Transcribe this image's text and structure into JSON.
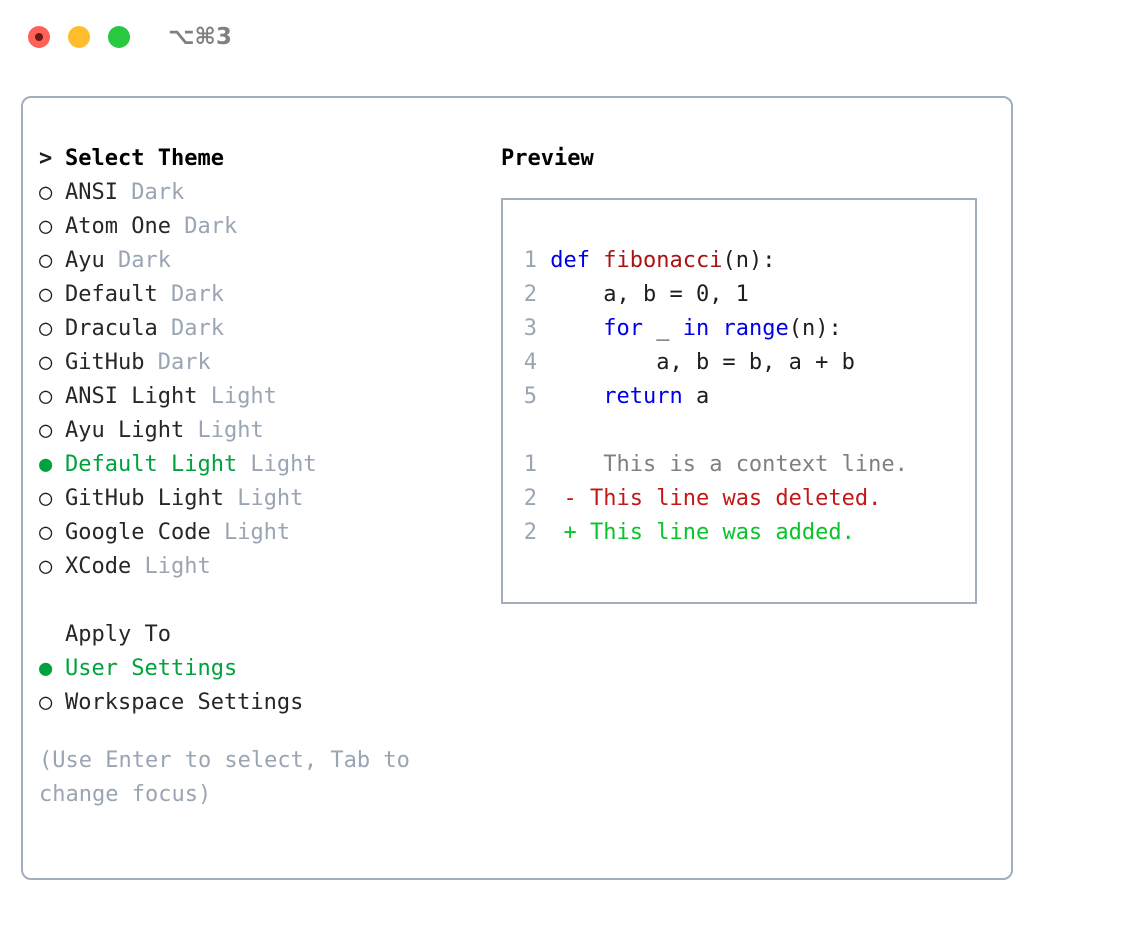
{
  "window": {
    "title": "⌥⌘3",
    "controls": [
      "close",
      "minimize",
      "maximize"
    ]
  },
  "theme_list": {
    "header": "> Select Theme",
    "header_marker": ">",
    "header_label": "Select Theme",
    "selected_index": 8,
    "items": [
      {
        "marker": "○",
        "name": "ANSI",
        "suffix": "Dark",
        "selected": false
      },
      {
        "marker": "○",
        "name": "Atom One",
        "suffix": "Dark",
        "selected": false
      },
      {
        "marker": "○",
        "name": "Ayu",
        "suffix": "Dark",
        "selected": false
      },
      {
        "marker": "○",
        "name": "Default",
        "suffix": "Dark",
        "selected": false
      },
      {
        "marker": "○",
        "name": "Dracula",
        "suffix": "Dark",
        "selected": false
      },
      {
        "marker": "○",
        "name": "GitHub",
        "suffix": "Dark",
        "selected": false
      },
      {
        "marker": "○",
        "name": "ANSI Light",
        "suffix": "Light",
        "selected": false
      },
      {
        "marker": "○",
        "name": "Ayu Light",
        "suffix": "Light",
        "selected": false
      },
      {
        "marker": "●",
        "name": "Default Light",
        "suffix": "Light",
        "selected": true
      },
      {
        "marker": "○",
        "name": "GitHub Light",
        "suffix": "Light",
        "selected": false
      },
      {
        "marker": "○",
        "name": "Google Code",
        "suffix": "Light",
        "selected": false
      },
      {
        "marker": "○",
        "name": "XCode",
        "suffix": "Light",
        "selected": false
      }
    ]
  },
  "apply_to": {
    "header": "Apply To",
    "items": [
      {
        "marker": "●",
        "label": "User Settings",
        "selected": true
      },
      {
        "marker": "○",
        "label": "Workspace Settings",
        "selected": false
      }
    ]
  },
  "hint": "(Use Enter to select, Tab to change focus)",
  "preview": {
    "title": "Preview",
    "code_lines": [
      {
        "num": "1",
        "tokens": [
          {
            "t": "def ",
            "c": "kw"
          },
          {
            "t": "fibonacci",
            "c": "fn"
          },
          {
            "t": "(n):",
            "c": "plain"
          }
        ]
      },
      {
        "num": "2",
        "tokens": [
          {
            "t": "    a, b = 0, 1",
            "c": "plain"
          }
        ]
      },
      {
        "num": "3",
        "tokens": [
          {
            "t": "    ",
            "c": "plain"
          },
          {
            "t": "for",
            "c": "kw"
          },
          {
            "t": " _ ",
            "c": "plain"
          },
          {
            "t": "in range",
            "c": "kw"
          },
          {
            "t": "(n):",
            "c": "plain"
          }
        ]
      },
      {
        "num": "4",
        "tokens": [
          {
            "t": "        a, b = b, a + b",
            "c": "plain"
          }
        ]
      },
      {
        "num": "5",
        "tokens": [
          {
            "t": "    ",
            "c": "plain"
          },
          {
            "t": "return",
            "c": "kw"
          },
          {
            "t": " a",
            "c": "plain"
          }
        ]
      }
    ],
    "diff_lines": [
      {
        "num": "1",
        "sign": " ",
        "text": "  This is a context line.",
        "kind": "ctx"
      },
      {
        "num": "2",
        "sign": "-",
        "text": " This line was deleted.",
        "kind": "del"
      },
      {
        "num": "2",
        "sign": "+",
        "text": " This line was added.",
        "kind": "add"
      }
    ]
  },
  "colors": {
    "selected_green": "#00a23e",
    "muted": "#9aa5b4",
    "border": "#a3aebd",
    "keyword_blue": "#0000e6",
    "function_red": "#a81414",
    "diff_deleted": "#c41818",
    "diff_added": "#09c42b",
    "title_gray": "#808080"
  }
}
